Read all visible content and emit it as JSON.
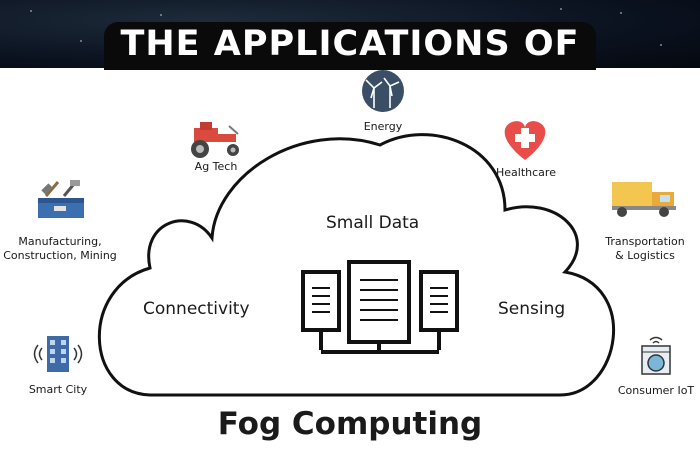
{
  "header": {
    "title": "THE APPLICATIONS OF"
  },
  "cloud": {
    "top_label": "Small Data",
    "left_label": "Connectivity",
    "right_label": "Sensing",
    "icon": "server-rack-icon"
  },
  "footer": {
    "caption": "Fog Computing"
  },
  "applications": [
    {
      "label": "Energy",
      "icon": "wind-turbine-icon"
    },
    {
      "label": "Ag Tech",
      "icon": "tractor-icon"
    },
    {
      "label": "Healthcare",
      "icon": "medical-heart-icon"
    },
    {
      "label_line1": "Manufacturing,",
      "label_line2": "Construction, Mining",
      "icon": "toolbox-icon"
    },
    {
      "label_line1": "Transportation",
      "label_line2": "& Logistics",
      "icon": "truck-icon"
    },
    {
      "label": "Smart City",
      "icon": "smart-building-icon"
    },
    {
      "label": "Consumer IoT",
      "icon": "washing-machine-icon"
    }
  ],
  "colors": {
    "banner": "#0b1220",
    "accent_red": "#e84d4a",
    "truck_yellow": "#f3c64f",
    "energy_blue": "#3a4f66"
  }
}
